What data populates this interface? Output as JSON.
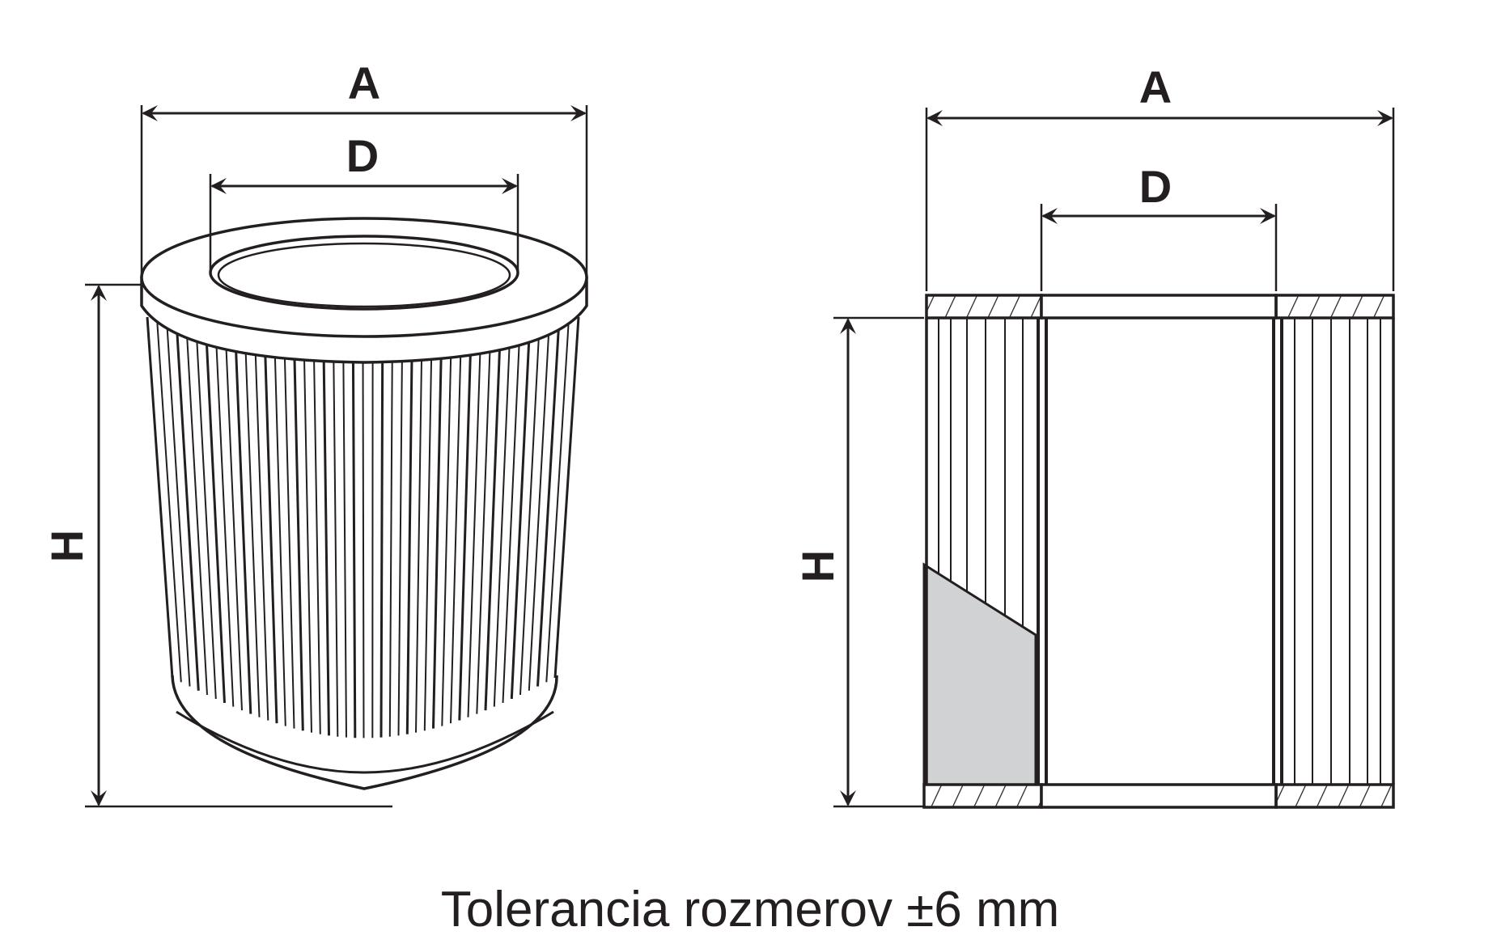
{
  "labels": {
    "outer_diameter": "A",
    "inner_diameter": "D",
    "height": "H"
  },
  "caption": "Tolerancia rozmerov ±6 mm",
  "colors": {
    "ink": "#231f20",
    "cutaway_fill": "#d1d2d4",
    "background": "#ffffff"
  }
}
